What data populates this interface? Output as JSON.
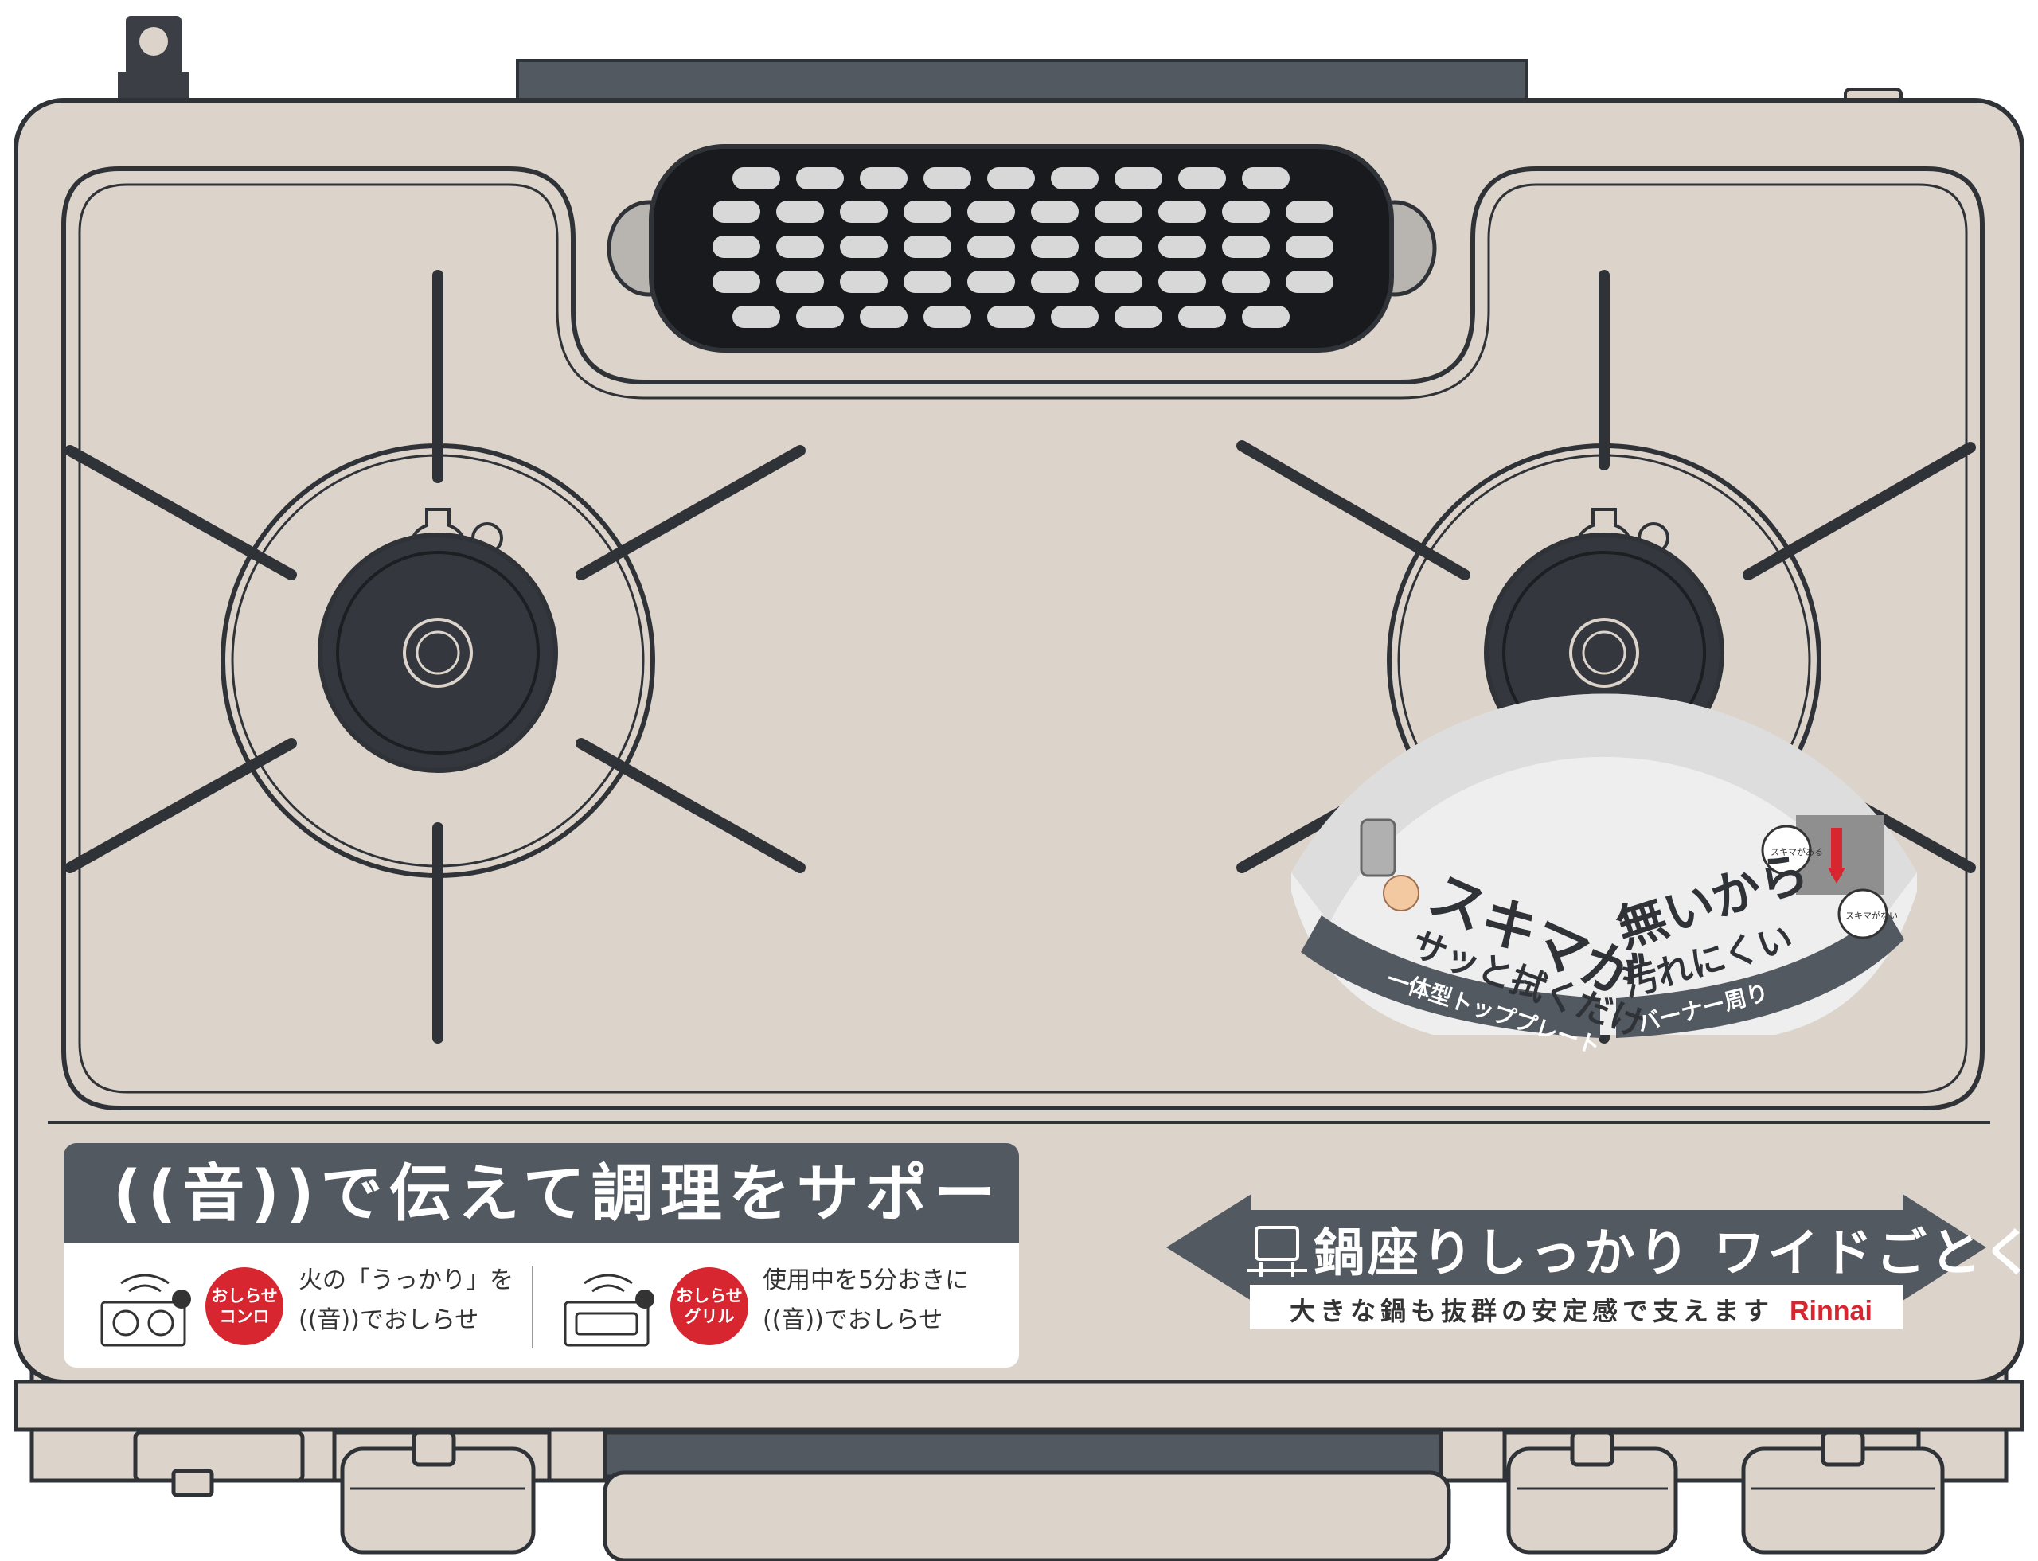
{
  "colors": {
    "body": "#dcd3ca",
    "outline": "#2f3338",
    "dark_gray": "#535961",
    "red": "#d7262f",
    "white": "#ffffff"
  },
  "features": {
    "sukima_title": "スキマが",
    "sukima_sub": "サッと拭くだけ",
    "sukima_tag": "一体型トッププレート",
    "nai_title": "無いから",
    "nai_sub": "汚れにくい",
    "nai_tag": "バーナー周り",
    "hint_top": "スキマがある",
    "hint_bottom": "スキマがない"
  },
  "sound_banner": {
    "title": "((音))で伝えて調理をサポート",
    "konro_badge_line1": "おしらせ",
    "konro_badge_line2": "コンロ",
    "konro_text_line1": "火の「うっかり」を",
    "konro_text_line2": "((音))でおしらせ",
    "grill_badge_line1": "おしらせ",
    "grill_badge_line2": "グリル",
    "grill_text_line1": "使用中を5分おきに",
    "grill_text_line2": "((音))でおしらせ",
    "konro_icon": "stove-bell-icon",
    "grill_icon": "grill-bell-icon"
  },
  "wide_banner": {
    "title": "鍋座りしっかり ワイドごとく",
    "subtitle": "大きな鍋も抜群の安定感で支えます",
    "brand": "Rinnai",
    "icon": "pot-on-grate-icon"
  }
}
